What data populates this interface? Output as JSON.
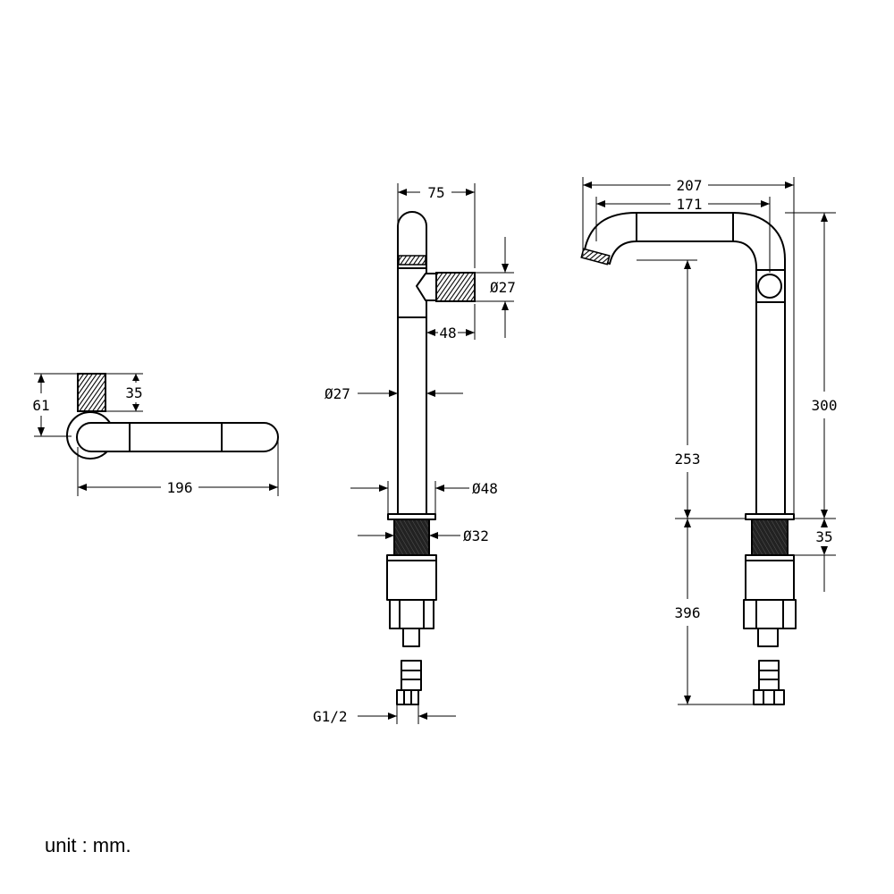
{
  "dimensions": {
    "top_view_length": "196",
    "top_view_height": "61",
    "top_view_handle": "35",
    "side_width": "75",
    "side_handle_dia": "Ø27",
    "side_handle_len": "48",
    "side_body_dia": "Ø27",
    "side_base_dia": "Ø48",
    "side_thread_dia": "Ø32",
    "side_connector": "G1/2",
    "front_overall_width": "207",
    "front_spout_reach": "171",
    "front_total_height": "300",
    "front_spout_height": "253",
    "front_thread_len": "35",
    "front_hose_len": "396"
  },
  "unit_label": "unit : mm."
}
